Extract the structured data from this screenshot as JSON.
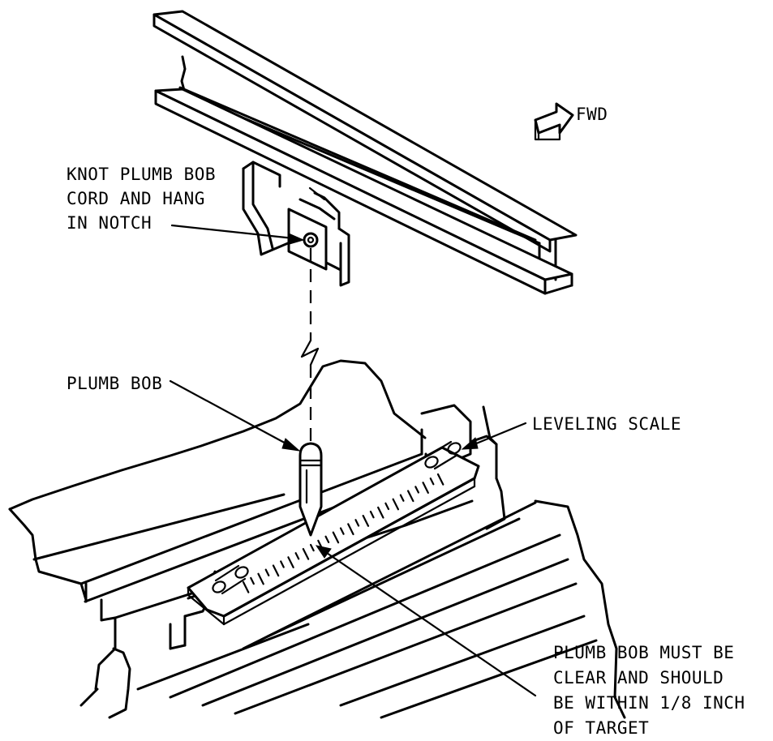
{
  "labels": {
    "fwd": "FWD",
    "knot": [
      "KNOT PLUMB BOB",
      "CORD AND HANG",
      "IN NOTCH"
    ],
    "plumb_bob": "PLUMB BOB",
    "leveling_scale": "LEVELING SCALE",
    "clearance": [
      "PLUMB BOB MUST BE",
      "CLEAR AND SHOULD",
      "BE WITHIN 1/8 INCH",
      "OF TARGET"
    ]
  },
  "colors": {
    "line": "#000000",
    "background": "#ffffff"
  }
}
